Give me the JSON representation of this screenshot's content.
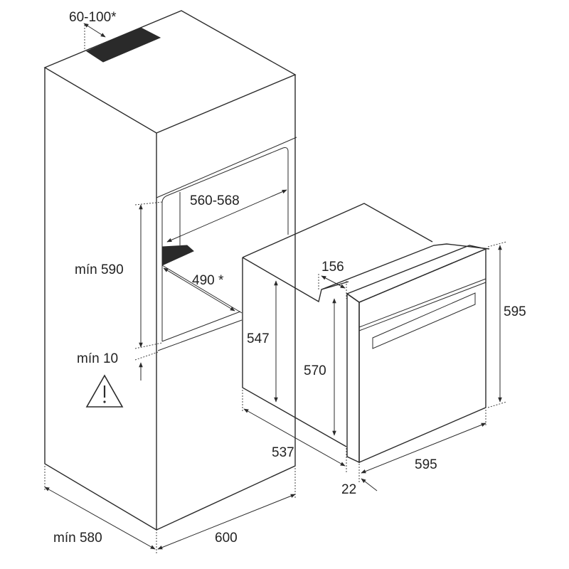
{
  "diagram": {
    "title": "Built-in oven installation dimensions",
    "labels": {
      "vent_gap": "60-100*",
      "niche_width": "560-568",
      "niche_height": "mín 590",
      "niche_depth": "490 *",
      "top_gap": "156",
      "front_height": "595",
      "body_height": "547",
      "body_height_total": "570",
      "bottom_gap": "mín 10",
      "body_depth": "537",
      "front_width": "595",
      "panel_thickness": "22",
      "cabinet_depth": "mín 580",
      "cabinet_width": "600"
    },
    "icons": [
      "warning-icon"
    ],
    "colors": {
      "line": "#2b2b2b",
      "vent": "#2a2a2a"
    }
  }
}
